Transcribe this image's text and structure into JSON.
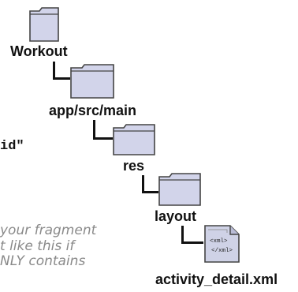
{
  "tree": {
    "workout": {
      "label": "Workout",
      "icon": "folder-icon"
    },
    "app_src_main": {
      "label": "app/src/main",
      "icon": "folder-icon"
    },
    "res": {
      "label": "res",
      "icon": "folder-icon"
    },
    "layout": {
      "label": "layout",
      "icon": "folder-icon"
    },
    "activity_detail": {
      "label": "activity_detail.xml",
      "icon": "xml-file-icon",
      "icon_text_open": "<xml>",
      "icon_text_close": "</xml>"
    }
  },
  "code_fragment": "id\"",
  "annotation": {
    "lines": [
      "your fragment",
      "t like this if",
      "NLY contains"
    ]
  },
  "colors": {
    "folder_fill": "#d2d4ea",
    "folder_stroke": "#444444",
    "note_text": "#8a8a8a"
  }
}
